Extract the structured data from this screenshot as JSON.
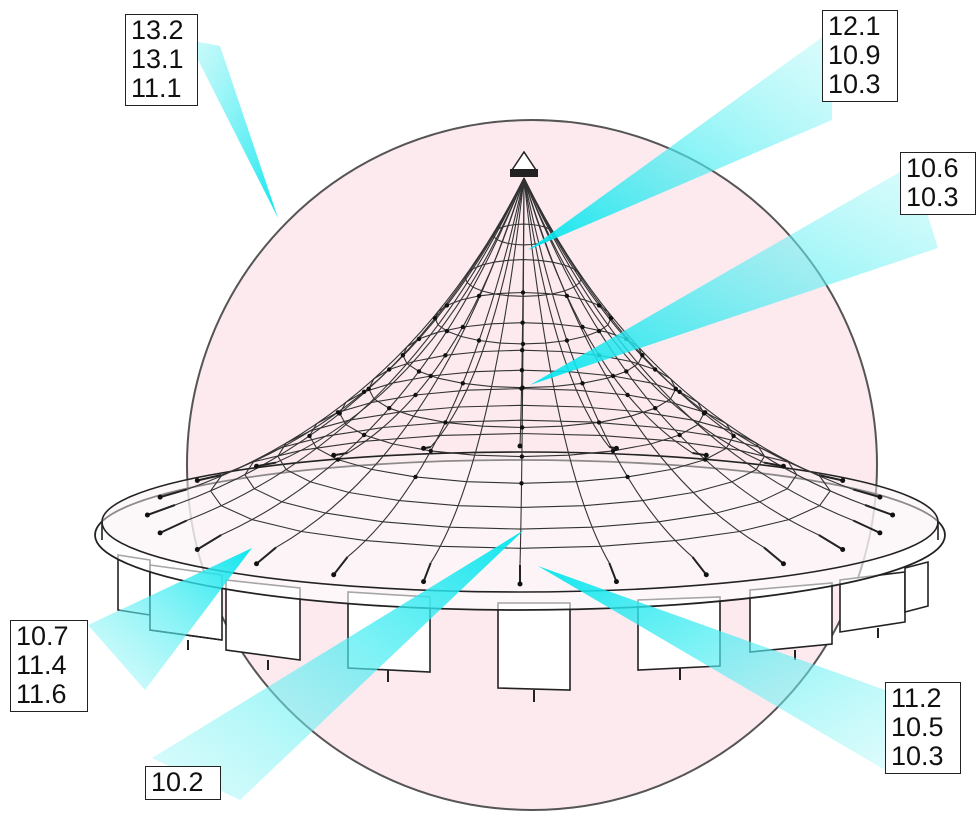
{
  "labels": [
    {
      "id": "label-top-left",
      "values": [
        "13.2",
        "13.1",
        "11.1"
      ]
    },
    {
      "id": "label-top-right",
      "values": [
        "12.1",
        "10.9",
        "10.3"
      ]
    },
    {
      "id": "label-right",
      "values": [
        "10.6",
        "10.3"
      ]
    },
    {
      "id": "label-bottom-left",
      "values": [
        "10.7",
        "11.4",
        "11.6"
      ]
    },
    {
      "id": "label-bottom-center",
      "values": [
        "10.2"
      ]
    },
    {
      "id": "label-bottom-right",
      "values": [
        "11.2",
        "10.5",
        "10.3"
      ]
    }
  ],
  "colors": {
    "sphere_fill": "#fbe6ec",
    "sphere_stroke": "#555555",
    "beam": "#00e5ee",
    "net": "#333333",
    "structure": "#222222"
  }
}
